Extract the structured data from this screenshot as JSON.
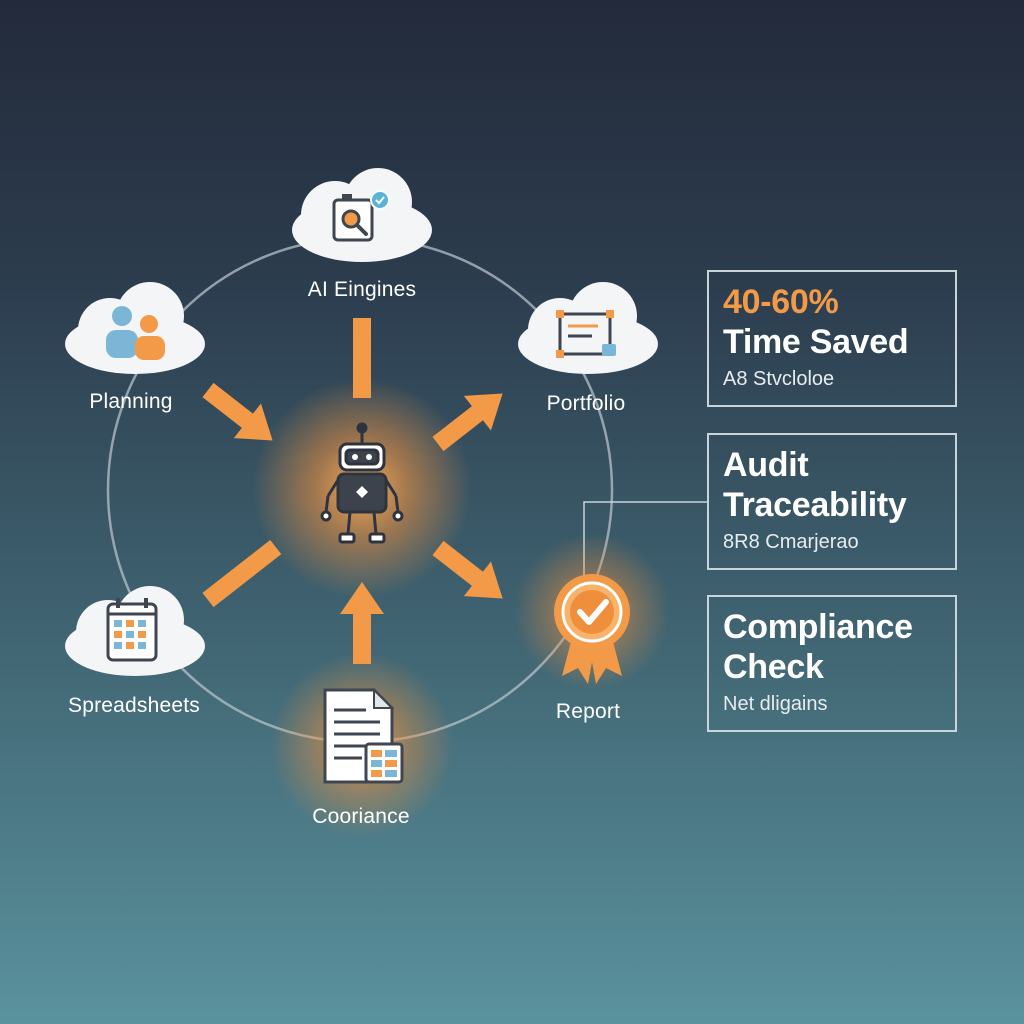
{
  "diagram": {
    "center": {
      "name": "robot-icon"
    },
    "nodes": {
      "ai_engines": {
        "label": "AI Eingines",
        "icon": "search-engine-icon"
      },
      "planning": {
        "label": "Planning",
        "icon": "people-icon"
      },
      "portfolio": {
        "label": "Portfolio",
        "icon": "workflow-icon"
      },
      "spreadsheets": {
        "label": "Spreadsheets",
        "icon": "calendar-grid-icon"
      },
      "report": {
        "label": "Report",
        "icon": "award-badge-icon"
      },
      "compliance": {
        "label": "Cooriance",
        "icon": "document-spreadsheet-icon"
      }
    }
  },
  "stats": {
    "time_saved": {
      "line1": "40-60%",
      "line2": "Time Saved",
      "sub": "A8 Stvcloloe"
    },
    "audit": {
      "line1": "Audit",
      "line2": "Traceability",
      "sub": "8R8 Cmarjerao"
    },
    "compliance": {
      "line1": "Compliance",
      "line2": "Check",
      "sub": "Net dligains"
    }
  },
  "colors": {
    "accent": "#f29a48",
    "glow": "#f7a34e",
    "cloud": "#f3f5f7",
    "icon_dark": "#3f4650",
    "box_border": "#c9d3da"
  }
}
